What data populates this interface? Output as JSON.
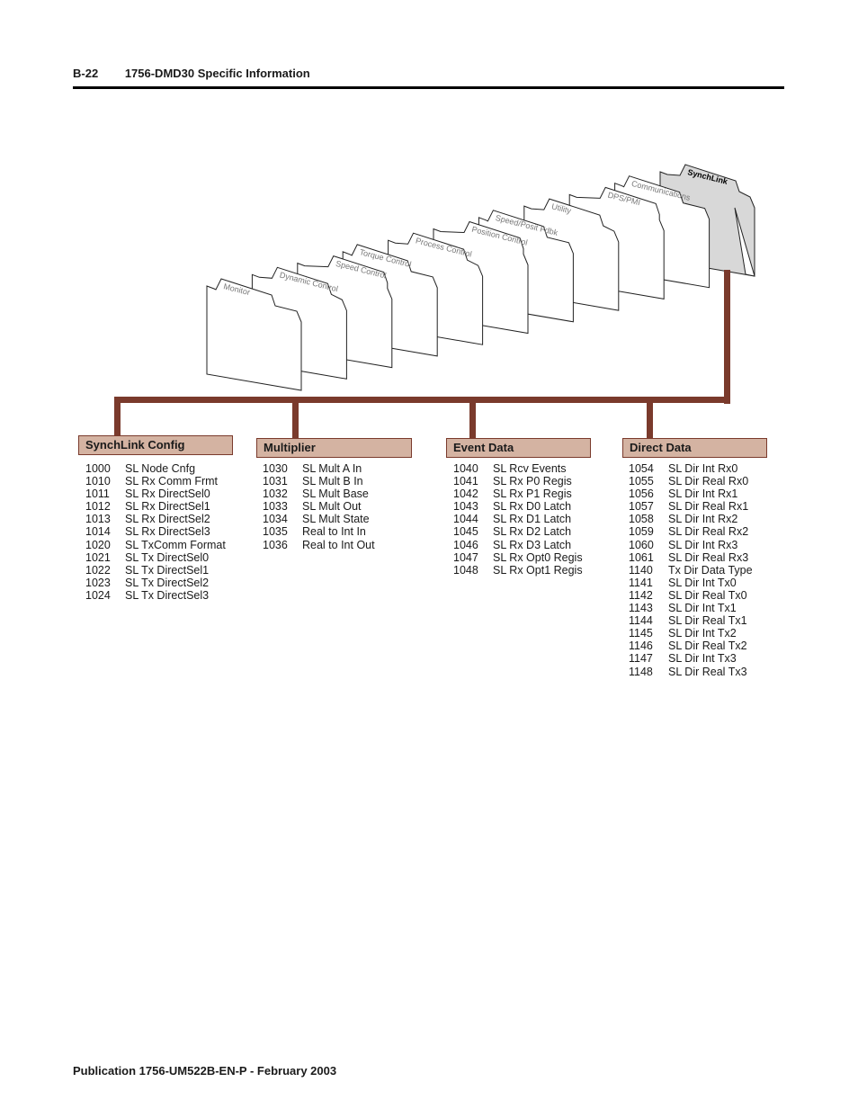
{
  "header": {
    "page_number": "B-22",
    "title": "1756-DMD30 Specific Information"
  },
  "footer": {
    "publication": "Publication 1756-UM522B-EN-P - February 2003"
  },
  "folders": [
    {
      "label": "Monitor"
    },
    {
      "label": "Dynamic Control"
    },
    {
      "label": "Speed Control"
    },
    {
      "label": "Torque Control"
    },
    {
      "label": "Process Control"
    },
    {
      "label": "Position Control"
    },
    {
      "label": "Speed/Posit Fdbk"
    },
    {
      "label": "Utility"
    },
    {
      "label": "DPS/PMI"
    },
    {
      "label": "Communications"
    },
    {
      "label": "SynchLink",
      "active": true
    }
  ],
  "colors": {
    "connector": "#7a3a2c",
    "group_header_bg": "#d4b3a2",
    "active_folder": "#d8d8d8"
  },
  "groups": [
    {
      "title": "SynchLink Config",
      "params": [
        {
          "num": "1000",
          "name": "SL Node Cnfg"
        },
        {
          "num": "1010",
          "name": "SL Rx Comm Frmt"
        },
        {
          "num": "1011",
          "name": "SL Rx DirectSel0"
        },
        {
          "num": "1012",
          "name": "SL Rx DirectSel1"
        },
        {
          "num": "1013",
          "name": "SL Rx DirectSel2"
        },
        {
          "num": "1014",
          "name": "SL Rx DirectSel3"
        },
        {
          "num": "1020",
          "name": "SL TxComm Format"
        },
        {
          "num": "1021",
          "name": "SL Tx DirectSel0"
        },
        {
          "num": "1022",
          "name": "SL Tx DirectSel1"
        },
        {
          "num": "1023",
          "name": "SL Tx DirectSel2"
        },
        {
          "num": "1024",
          "name": "SL Tx DirectSel3"
        }
      ]
    },
    {
      "title": "Multiplier",
      "params": [
        {
          "num": "1030",
          "name": "SL Mult A In"
        },
        {
          "num": "1031",
          "name": "SL Mult B In"
        },
        {
          "num": "1032",
          "name": "SL Mult Base"
        },
        {
          "num": "1033",
          "name": "SL Mult Out"
        },
        {
          "num": "1034",
          "name": "SL Mult State"
        },
        {
          "num": "1035",
          "name": "Real to Int In"
        },
        {
          "num": "1036",
          "name": "Real to Int Out"
        }
      ]
    },
    {
      "title": "Event Data",
      "params": [
        {
          "num": "1040",
          "name": "SL Rcv Events"
        },
        {
          "num": "1041",
          "name": "SL Rx P0 Regis"
        },
        {
          "num": "1042",
          "name": "SL Rx P1 Regis"
        },
        {
          "num": "1043",
          "name": "SL Rx D0 Latch"
        },
        {
          "num": "1044",
          "name": "SL Rx D1 Latch"
        },
        {
          "num": "1045",
          "name": "SL Rx D2 Latch"
        },
        {
          "num": "1046",
          "name": "SL Rx D3 Latch"
        },
        {
          "num": "1047",
          "name": "SL Rx Opt0 Regis"
        },
        {
          "num": "1048",
          "name": "SL Rx Opt1 Regis"
        }
      ]
    },
    {
      "title": "Direct Data",
      "params": [
        {
          "num": "1054",
          "name": "SL Dir Int Rx0"
        },
        {
          "num": "1055",
          "name": "SL Dir Real Rx0"
        },
        {
          "num": "1056",
          "name": "SL Dir Int Rx1"
        },
        {
          "num": "1057",
          "name": "SL Dir Real Rx1"
        },
        {
          "num": "1058",
          "name": "SL Dir Int Rx2"
        },
        {
          "num": "1059",
          "name": "SL Dir Real Rx2"
        },
        {
          "num": "1060",
          "name": "SL Dir Int Rx3"
        },
        {
          "num": "1061",
          "name": "SL Dir Real Rx3"
        },
        {
          "num": "1140",
          "name": "Tx Dir Data Type"
        },
        {
          "num": "1141",
          "name": "SL Dir Int Tx0"
        },
        {
          "num": "1142",
          "name": "SL Dir Real Tx0"
        },
        {
          "num": "1143",
          "name": "SL Dir Int Tx1"
        },
        {
          "num": "1144",
          "name": "SL Dir Real Tx1"
        },
        {
          "num": "1145",
          "name": "SL Dir Int Tx2"
        },
        {
          "num": "1146",
          "name": "SL Dir Real Tx2"
        },
        {
          "num": "1147",
          "name": "SL Dir Int Tx3"
        },
        {
          "num": "1148",
          "name": "SL Dir Real Tx3"
        }
      ]
    }
  ]
}
